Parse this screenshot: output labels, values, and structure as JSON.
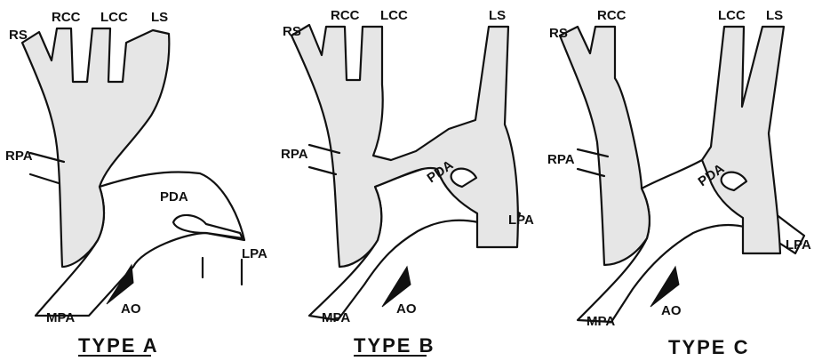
{
  "figure": {
    "panels": [
      {
        "title": "TYPE A",
        "labels": {
          "rs": "RS",
          "rcc": "RCC",
          "lcc": "LCC",
          "ls": "LS",
          "rpa": "RPA",
          "pda": "PDA",
          "lpa": "LPA",
          "mpa": "MPA",
          "ao": "AO"
        }
      },
      {
        "title": "TYPE B",
        "labels": {
          "rs": "RS",
          "rcc": "RCC",
          "lcc": "LCC",
          "ls": "LS",
          "rpa": "RPA",
          "pda": "PDA",
          "lpa": "LPA",
          "mpa": "MPA",
          "ao": "AO"
        }
      },
      {
        "title": "TYPE C",
        "labels": {
          "rs": "RS",
          "rcc": "RCC",
          "lcc": "LCC",
          "ls": "LS",
          "rpa": "RPA",
          "pda": "PDA",
          "lpa": "LPA",
          "mpa": "MPA",
          "ao": "AO"
        }
      }
    ]
  }
}
